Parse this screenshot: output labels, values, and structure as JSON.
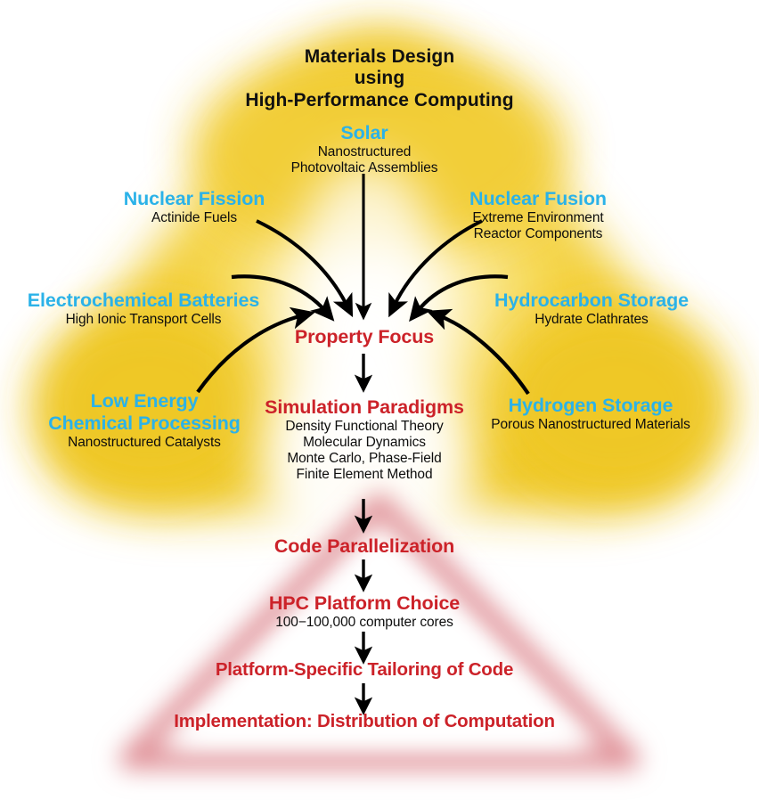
{
  "figure": {
    "title_lines": [
      "Materials Design",
      "using",
      "High-Performance Computing"
    ],
    "colors": {
      "glow_yellow": "#f0c82a",
      "heading_cyan": "#2bb2e8",
      "heading_red": "#cc2229",
      "triangle_pink": "#d9737a",
      "body_black": "#0d0d0d",
      "arrow_black": "#000000",
      "background": "#ffffff"
    }
  },
  "application_nodes": [
    {
      "id": "solar",
      "heading": "Solar",
      "sub_lines": [
        "Nanostructured",
        "Photovoltaic Assemblies"
      ]
    },
    {
      "id": "nuclear-fission",
      "heading": "Nuclear Fission",
      "sub_lines": [
        "Actinide Fuels"
      ]
    },
    {
      "id": "nuclear-fusion",
      "heading": "Nuclear Fusion",
      "sub_lines": [
        "Extreme Environment",
        "Reactor Components"
      ]
    },
    {
      "id": "electrochemical-batteries",
      "heading": "Electrochemical Batteries",
      "sub_lines": [
        "High Ionic Transport Cells"
      ]
    },
    {
      "id": "hydrocarbon-storage",
      "heading": "Hydrocarbon Storage",
      "sub_lines": [
        "Hydrate Clathrates"
      ]
    },
    {
      "id": "low-energy-chemical-processing",
      "heading_lines": [
        "Low Energy",
        "Chemical Processing"
      ],
      "sub_lines": [
        "Nanostructured Catalysts"
      ]
    },
    {
      "id": "hydrogen-storage",
      "heading": "Hydrogen Storage",
      "sub_lines": [
        "Porous Nanostructured Materials"
      ]
    }
  ],
  "workflow_nodes": [
    {
      "id": "property-focus",
      "heading": "Property Focus",
      "sub_lines": []
    },
    {
      "id": "simulation-paradigms",
      "heading": "Simulation Paradigms",
      "sub_lines": [
        "Density Functional Theory",
        "Molecular Dynamics",
        "Monte Carlo, Phase-Field",
        "Finite Element Method"
      ]
    },
    {
      "id": "code-parallelization",
      "heading": "Code Parallelization",
      "sub_lines": []
    },
    {
      "id": "hpc-platform-choice",
      "heading": "HPC Platform Choice",
      "sub_lines": [
        "100−100,000 computer cores"
      ]
    },
    {
      "id": "platform-specific-tailoring",
      "heading": "Platform-Specific Tailoring of Code",
      "sub_lines": []
    },
    {
      "id": "implementation",
      "heading": "Implementation: Distribution of Computation",
      "sub_lines": []
    }
  ],
  "arrows": {
    "converging_count": 7,
    "vertical_flow_count": 5,
    "description": "Seven curved arrows converge from the application nodes onto Property Focus; five straight downward arrows chain the workflow nodes."
  }
}
